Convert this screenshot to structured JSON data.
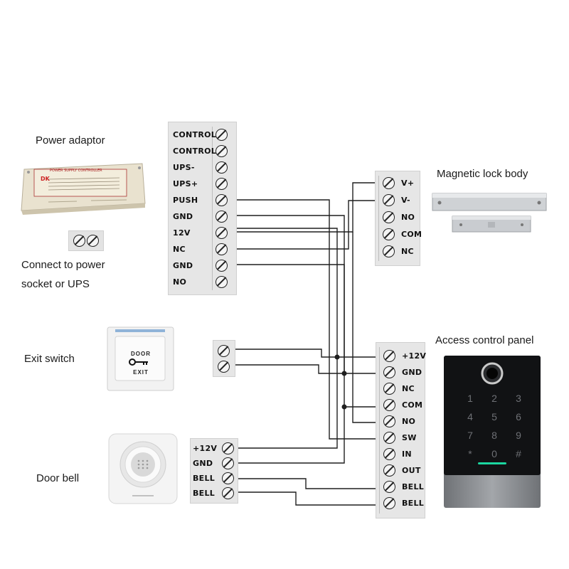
{
  "labels": {
    "power_adaptor": "Power adaptor",
    "connect_line1": "Connect to power",
    "connect_line2": "socket or UPS",
    "mag_lock": "Magnetic lock body",
    "exit_switch": "Exit switch",
    "door_bell": "Door bell",
    "access_panel": "Access control panel"
  },
  "power_terminals": [
    "CONTROL",
    "CONTROL",
    "UPS-",
    "UPS+",
    "PUSH",
    "GND",
    "12V",
    "NC",
    "GND",
    "NO"
  ],
  "lock_terminals": [
    "V+",
    "V-",
    "NO",
    "COM",
    "NC"
  ],
  "bell_terminals": [
    "+12V",
    "GND",
    "BELL",
    "BELL"
  ],
  "panel_terminals": [
    "+12V",
    "GND",
    "NC",
    "COM",
    "NO",
    "SW",
    "IN",
    "OUT",
    "BELL",
    "BELL"
  ],
  "exit_button": {
    "line1": "DOOR",
    "line2": "EXIT"
  },
  "adaptor_box": {
    "title": "POWER SUPPLY CONTROLLER",
    "brand": "DK"
  },
  "keypad": {
    "keys": [
      "1",
      "2",
      "3",
      "4",
      "5",
      "6",
      "7",
      "8",
      "9",
      "*",
      "0",
      "#"
    ]
  },
  "colors": {
    "wire": "#1f1f1f",
    "terminal_bg": "#e6e6e6",
    "panel_glass": "#111214",
    "panel_metal": "#8c8f93",
    "panel_led": "#1bd6a0"
  }
}
